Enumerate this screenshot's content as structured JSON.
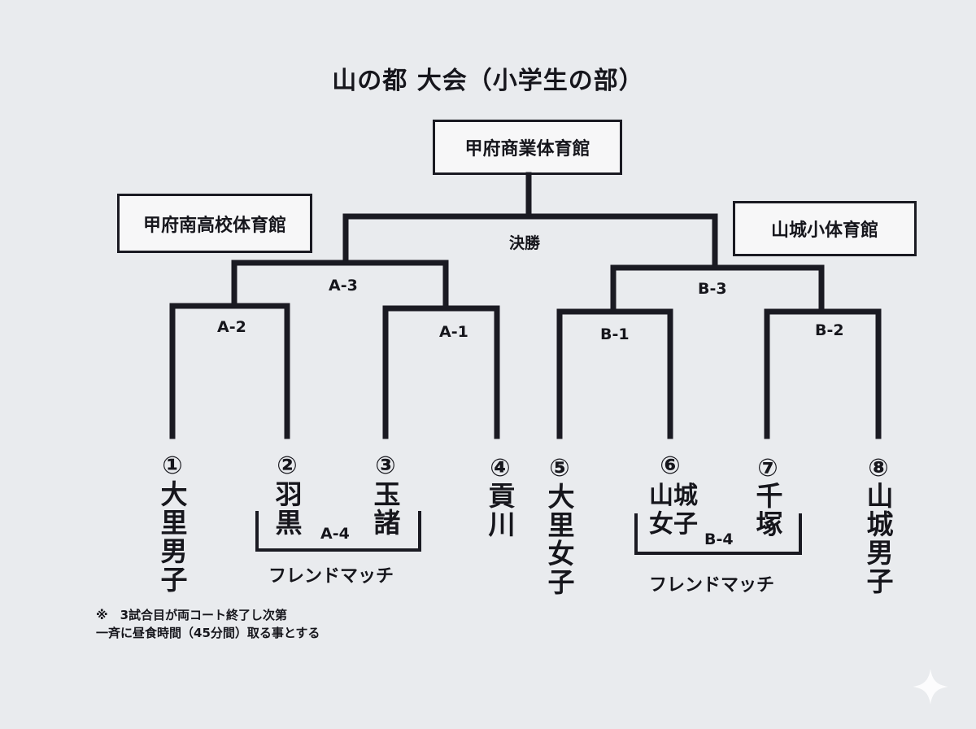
{
  "title": "山の都 大会（小学生の部）",
  "venues": {
    "center": "甲府商業体育館",
    "left": "甲府南高校体育館",
    "right": "山城小体育館"
  },
  "matches": {
    "final": "決勝",
    "a3": "A-3",
    "a2": "A-2",
    "a1": "A-1",
    "a4": "A-4",
    "b3": "B-3",
    "b1": "B-1",
    "b2": "B-2",
    "b4": "B-4"
  },
  "teams": [
    {
      "num": "①",
      "name": "大里男子"
    },
    {
      "num": "②",
      "name": "羽黒"
    },
    {
      "num": "③",
      "name": "玉諸"
    },
    {
      "num": "④",
      "name": "貢川"
    },
    {
      "num": "⑤",
      "name": "大里女子"
    },
    {
      "num": "⑥",
      "name_line1": "山城",
      "name_line2": "女子"
    },
    {
      "num": "⑦",
      "name": "千塚"
    },
    {
      "num": "⑧",
      "name": "山城男子"
    }
  ],
  "friendly_left": "フレンドマッチ",
  "friendly_right": "フレンドマッチ",
  "note": {
    "line1": "※　3試合目が両コート終了し次第",
    "line2": "一斉に昼食時間（45分間）取る事とする"
  },
  "colors": {
    "background": "#e9ebee",
    "line": "#1a1a22"
  },
  "icons": {
    "watermark": "sparkle-icon"
  }
}
